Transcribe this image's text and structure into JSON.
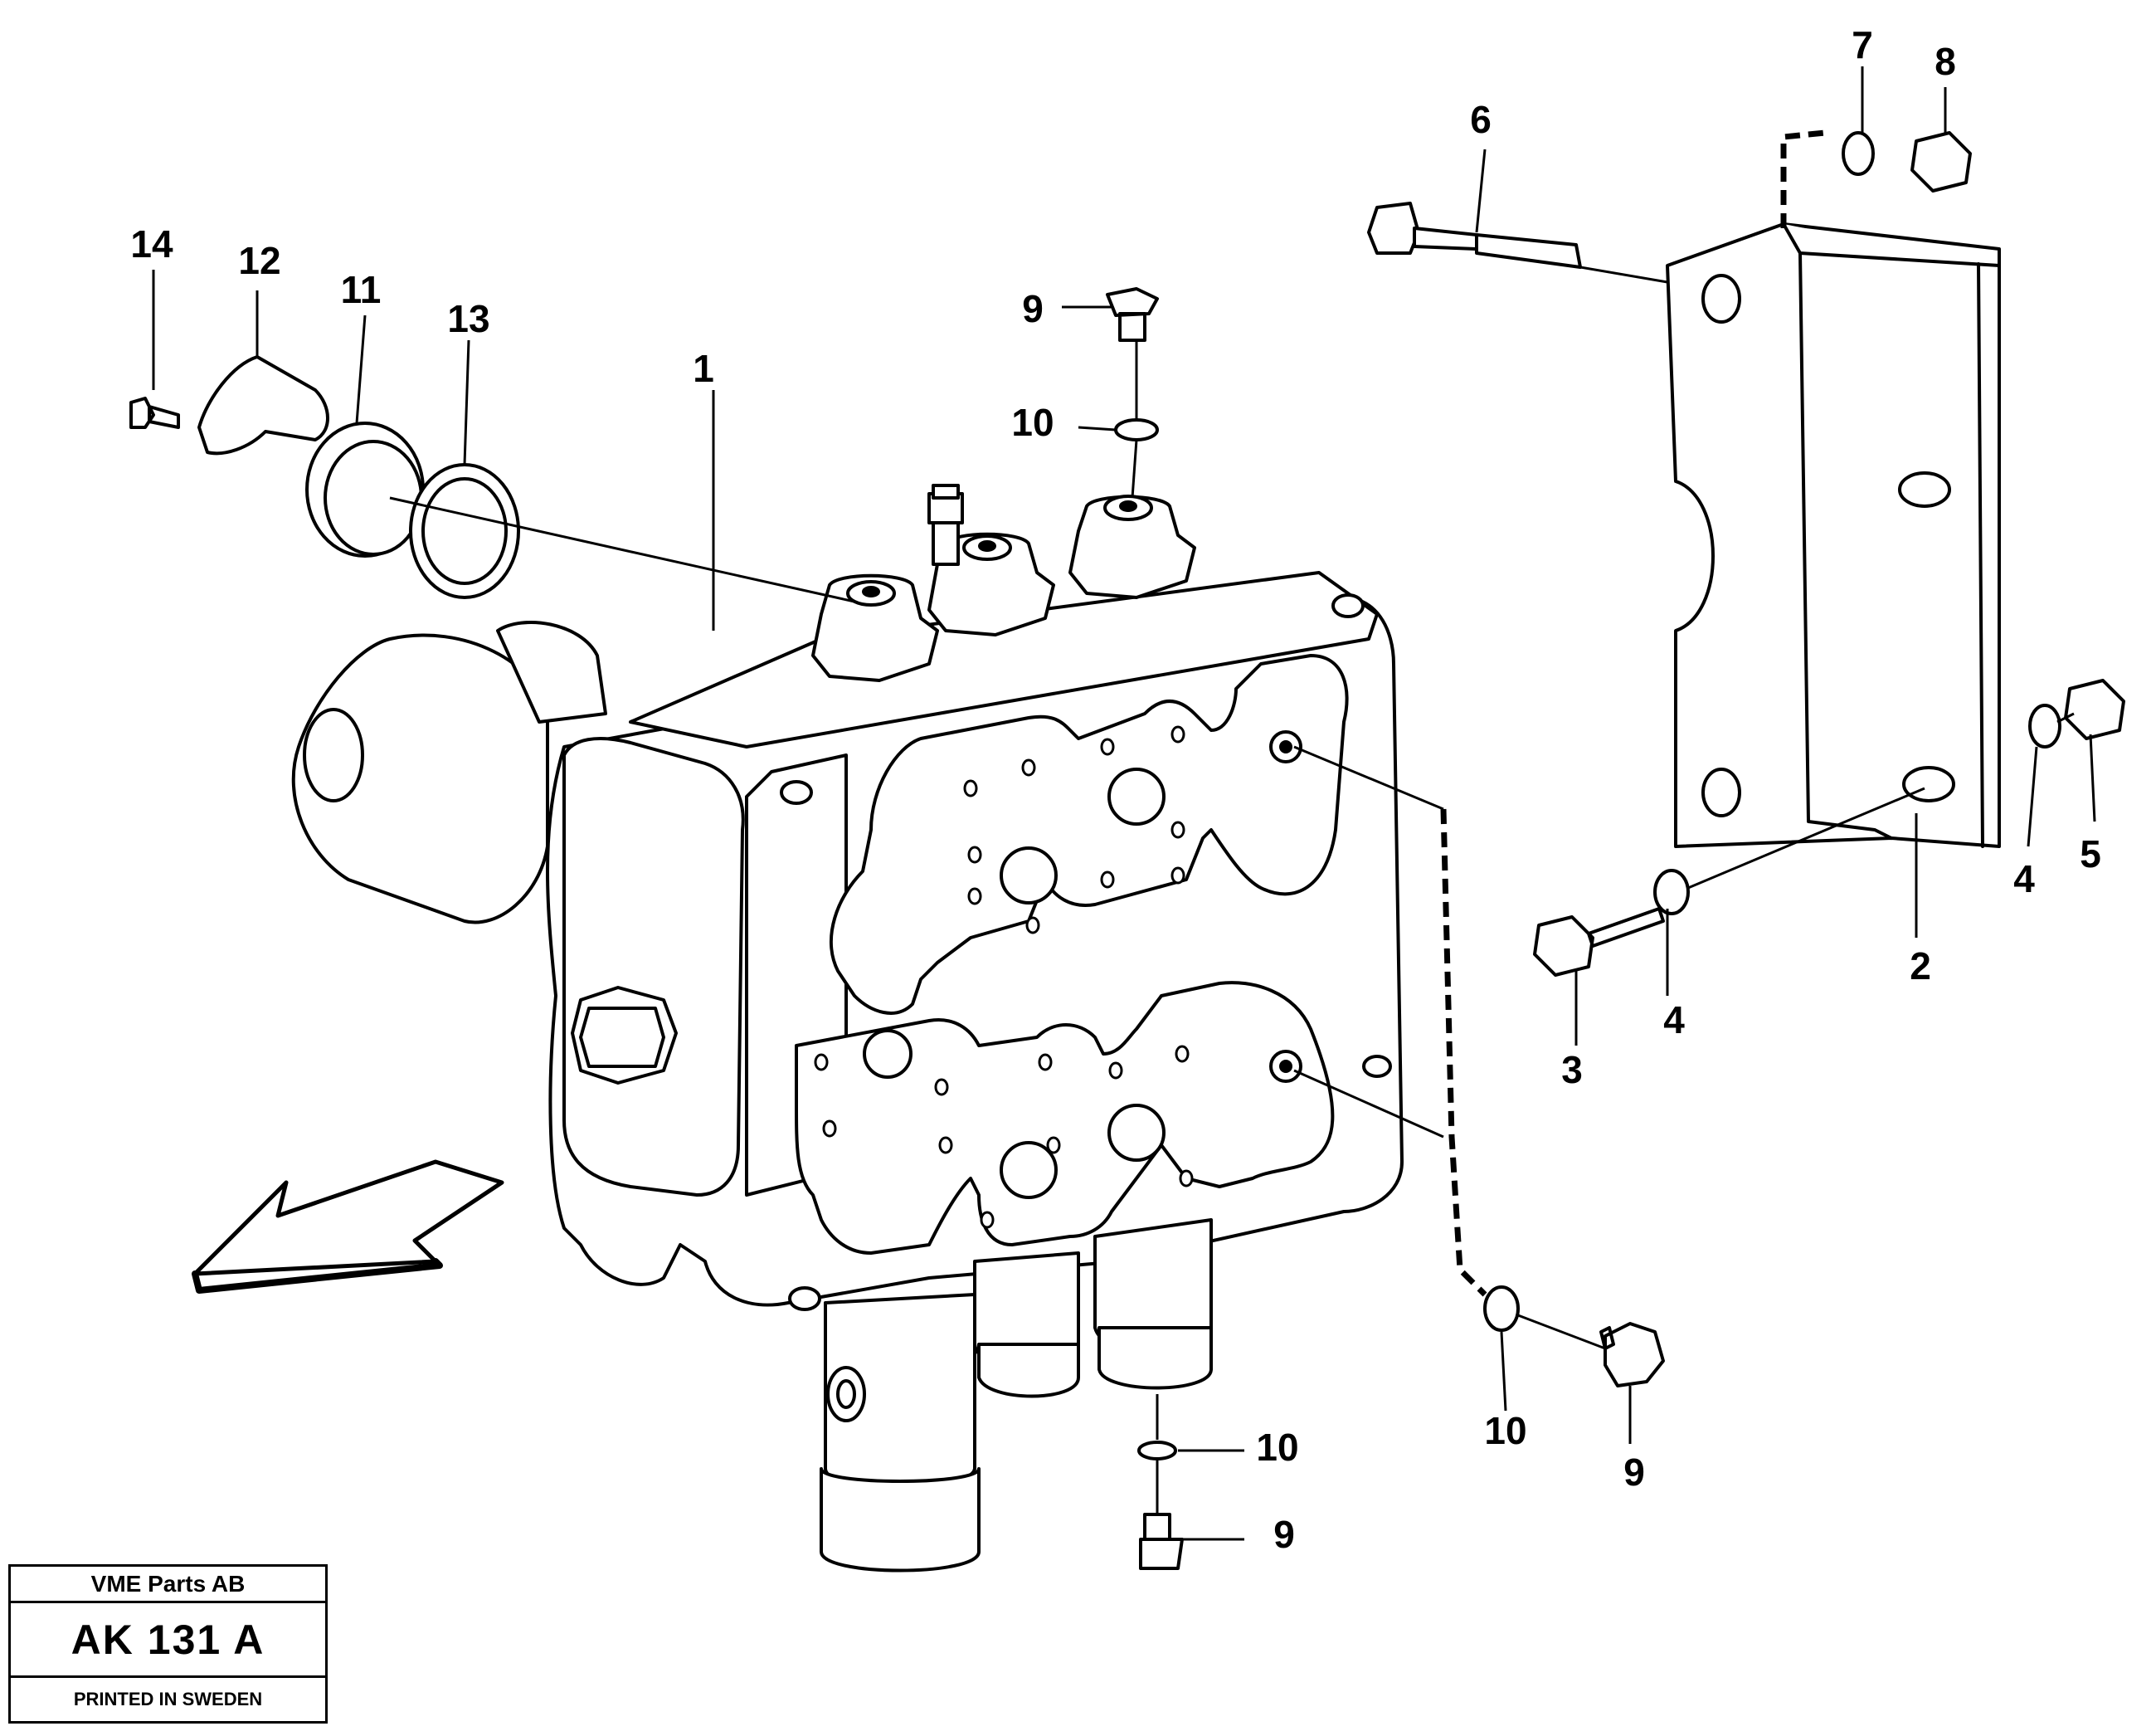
{
  "callouts": [
    {
      "id": "c1",
      "text": "1"
    },
    {
      "id": "c2",
      "text": "2"
    },
    {
      "id": "c3",
      "text": "3"
    },
    {
      "id": "c4a",
      "text": "4"
    },
    {
      "id": "c4b",
      "text": "4"
    },
    {
      "id": "c5",
      "text": "5"
    },
    {
      "id": "c6",
      "text": "6"
    },
    {
      "id": "c7",
      "text": "7"
    },
    {
      "id": "c8",
      "text": "8"
    },
    {
      "id": "c9a",
      "text": "9"
    },
    {
      "id": "c9b",
      "text": "9"
    },
    {
      "id": "c9c",
      "text": "9"
    },
    {
      "id": "c10a",
      "text": "10"
    },
    {
      "id": "c10b",
      "text": "10"
    },
    {
      "id": "c10c",
      "text": "10"
    },
    {
      "id": "c11",
      "text": "11"
    },
    {
      "id": "c12",
      "text": "12"
    },
    {
      "id": "c13",
      "text": "13"
    },
    {
      "id": "c14",
      "text": "14"
    }
  ],
  "title_block": {
    "company": "VME Parts AB",
    "drawing_code": "AK 131  A",
    "print_note": "PRINTED IN SWEDEN"
  },
  "colors": {
    "line": "#000000",
    "background": "#ffffff",
    "fill": "#ffffff"
  }
}
